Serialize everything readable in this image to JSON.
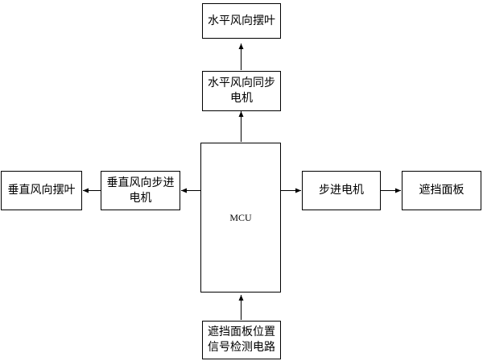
{
  "nodes": {
    "horizontal_louver": "水平风向摆叶",
    "horizontal_sync_motor": "水平风向同步电机",
    "vertical_louver": "垂直风向摆叶",
    "vertical_stepper_motor": "垂直风向步进电机",
    "mcu": "MCU",
    "stepper_motor": "步进电机",
    "shield_panel": "遮挡面板",
    "position_detection_circuit": "遮挡面板位置信号检测电路"
  },
  "edges": [
    {
      "from": "horizontal_sync_motor",
      "to": "horizontal_louver"
    },
    {
      "from": "mcu",
      "to": "horizontal_sync_motor"
    },
    {
      "from": "mcu",
      "to": "vertical_stepper_motor"
    },
    {
      "from": "vertical_stepper_motor",
      "to": "vertical_louver"
    },
    {
      "from": "mcu",
      "to": "stepper_motor"
    },
    {
      "from": "stepper_motor",
      "to": "shield_panel"
    },
    {
      "from": "position_detection_circuit",
      "to": "mcu"
    }
  ],
  "colors": {
    "line": "#000000",
    "box_border": "#000000",
    "background": "#ffffff"
  }
}
